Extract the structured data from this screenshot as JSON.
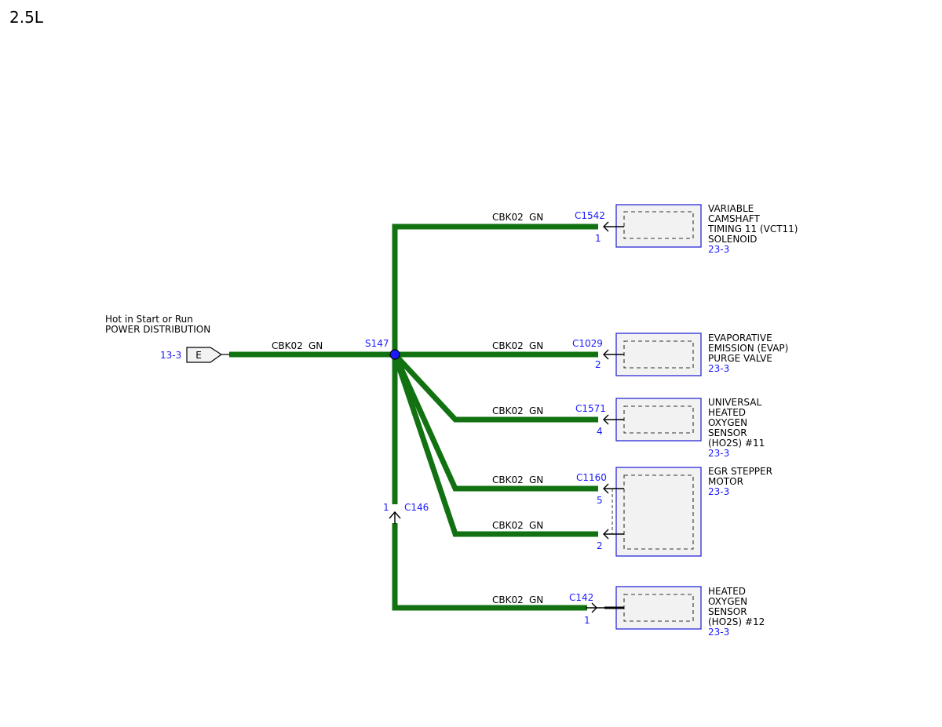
{
  "page_title": "2.5L",
  "source": {
    "desc_line1": "Hot in Start or Run",
    "desc_line2": "POWER DISTRIBUTION",
    "ref": "13-3",
    "connector_label": "E"
  },
  "wire_label": {
    "circuit": "CBK02",
    "color": "GN"
  },
  "splice": {
    "id": "S147"
  },
  "inline_connector": {
    "id": "C146",
    "pin": "1"
  },
  "components": [
    {
      "connector": "C1542",
      "pins": [
        "1"
      ],
      "lines": [
        "VARIABLE",
        "CAMSHAFT",
        "TIMING 11 (VCT11)",
        "SOLENOID"
      ],
      "ref": "23-3"
    },
    {
      "connector": "C1029",
      "pins": [
        "2"
      ],
      "lines": [
        "EVAPORATIVE",
        "EMISSION (EVAP)",
        "PURGE VALVE"
      ],
      "ref": "23-3"
    },
    {
      "connector": "C1571",
      "pins": [
        "4"
      ],
      "lines": [
        "UNIVERSAL",
        "HEATED",
        "OXYGEN",
        "SENSOR",
        "(HO2S) #11"
      ],
      "ref": "23-3"
    },
    {
      "connector": "C1160",
      "pins": [
        "5",
        "2"
      ],
      "lines": [
        "EGR STEPPER",
        "MOTOR"
      ],
      "ref": "23-3"
    },
    {
      "connector": "C142",
      "pins": [
        "1"
      ],
      "lines": [
        "HEATED",
        "OXYGEN",
        "SENSOR",
        "(HO2S) #12"
      ],
      "ref": "23-3"
    }
  ],
  "colors": {
    "wire": "#127212",
    "component_border": "#2b2bd6",
    "reference_text": "#1a1aff",
    "splice_dot": "#1a1aff"
  }
}
